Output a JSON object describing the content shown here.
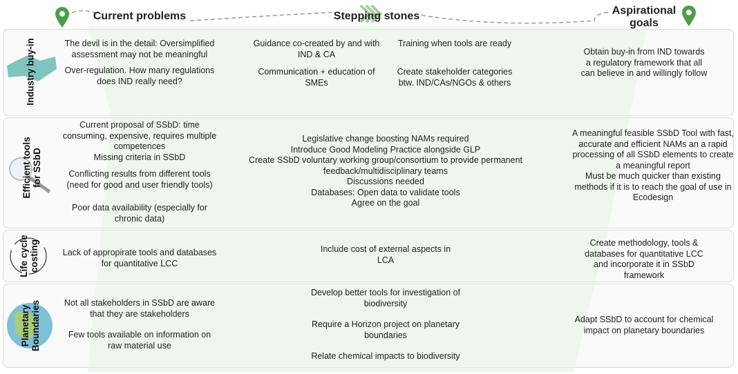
{
  "headers": {
    "current": "Current problems",
    "stepping": "Stepping stones",
    "aspirational": "Aspirational\ngoals"
  },
  "colors": {
    "pin": "#4a9e4a",
    "overlay": "#e8f3e6"
  },
  "rows": [
    {
      "label": "Industry buy-in",
      "icon": "handshake-icon",
      "problems": [
        "The devil is in the detail: Oversimplified\nassessment may not be meaningful",
        "Over-regulation. How many regulations\ndoes IND really need?"
      ],
      "stones": [
        "Guidance co-created by and with\nIND & CA",
        "Communication + education of\nSMEs",
        "Training when tools are ready",
        "Create stakeholder categories\nbtw. IND/CAs/NGOs & others"
      ],
      "goal": "Obtain buy-in from IND towards\na regulatory framework that all\ncan believe in and willingly follow"
    },
    {
      "label": "Efficient tools\nfor SSbD",
      "icon": "magnifier-icon",
      "problems": [
        "Current proposal of SSbD: time\nconsuming, expensive, requires multiple\ncompetences\nMissing criteria in SSbD",
        "Conflicting results from different tools\n(need for good and user friendly tools)",
        "Poor data availability (especially for\nchronic data)"
      ],
      "stones": [
        "Legislative change boosting NAMs required\nIntroduce Good Modeling Practice alongside GLP\nCreate SSbD voluntary working group/consortium to provide permanent\nfeedback/multidisciplinary teams\nDiscussions needed\nDatabases: Open data to validate tools\nAgree on the goal"
      ],
      "goal": "A meaningful feasible SSbD Tool with fast,\naccurate and efficient NAMs an a rapid\nprocessing of all SSbD elements to create\na meaningful report\nMust be much quicker than existing\nmethods if it is to reach the goal of use in\nEcodesign"
    },
    {
      "label": "Life cycle\ncosting",
      "icon": "cycle-icon",
      "problems": [
        "Lack of appropirate tools and databases\nfor quantitative LCC"
      ],
      "stones": [
        "Include cost of external aspects in\nLCA"
      ],
      "goal": "Create methodology, tools &\ndatabases for quantitative LCC\nand incorporate it in SSbD\nframework"
    },
    {
      "label": "Planetary\nBoundaries",
      "icon": "globe-icon",
      "problems": [
        "Not all stakeholders in SSbD are aware\nthat they are stakeholders",
        "Few tools available on information on\nraw material use"
      ],
      "stones": [
        "Develop better tools for investigation of\nbiodiversity",
        "Require a Horizon project on planetary\nboundaries",
        "Relate chemical impacts to biodiversity"
      ],
      "goal": "Adapt SSbD to account for chemical\nimpact on planetary boundaries"
    }
  ]
}
